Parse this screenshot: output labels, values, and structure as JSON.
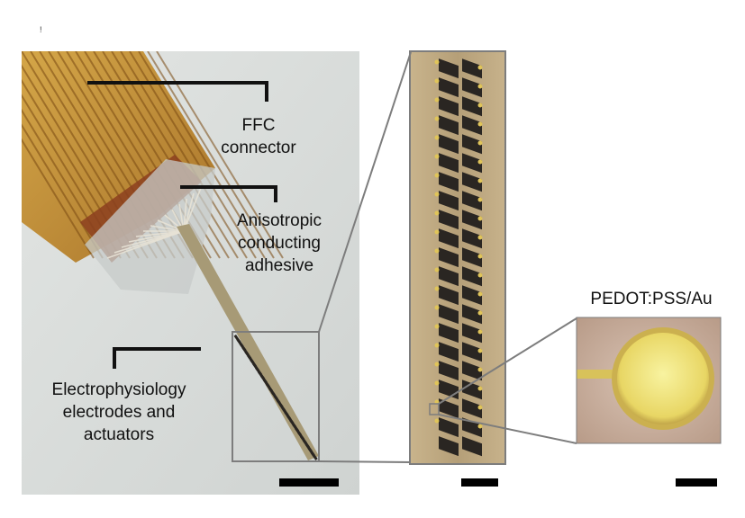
{
  "labels": {
    "ffc": [
      "FFC",
      "connector"
    ],
    "aca": [
      "Anisotropic",
      "conducting",
      "adhesive"
    ],
    "ephys": [
      "Electrophysiology",
      "electrodes and",
      "actuators"
    ],
    "pedot": "PEDOT:PSS/Au"
  },
  "stray_mark": "!",
  "colors": {
    "background": "#ffffff",
    "photo_background": "#d9dcda",
    "ffc_gold": "#c89a3a",
    "ffc_dark": "#7a4a12",
    "adhesive_brown": "#8c3f1f",
    "trace_gold": "#d6b05a",
    "electrode_dark": "#2a2622",
    "mid_background": "#b9a585",
    "pad_gold": "#d8c25a",
    "pedot_yellow": "#f2ee7a",
    "inset_line": "#7d7d7d"
  },
  "icons": [
    "scale-bar",
    "callout-line",
    "zoom-box"
  ]
}
